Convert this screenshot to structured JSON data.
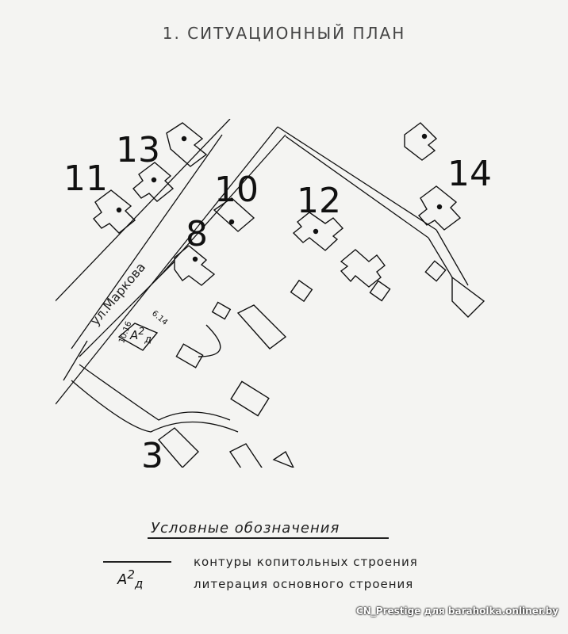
{
  "title": "1. СИТУАЦИОННЫЙ ПЛАН",
  "map": {
    "lot_numbers": [
      "11",
      "13",
      "10",
      "8",
      "12",
      "14",
      "3"
    ],
    "street_name": "ул.Маркова",
    "plot_dimensions": [
      "10.16",
      "6.14"
    ],
    "main_building_litera": {
      "letter": "А",
      "floors": "2",
      "sub": "д"
    }
  },
  "legend": {
    "title": "Условные обозначения",
    "items": [
      {
        "symbol": "line",
        "text": "контуры копитольных строения"
      },
      {
        "symbol": "litera",
        "letter": "А",
        "floors": "2",
        "sub": "д",
        "text": "литерация основного строения"
      }
    ]
  },
  "watermark": "CN_Prestige для baraholka.onliner.by",
  "colors": {
    "ink": "#111111",
    "paper": "#f4f4f2"
  }
}
